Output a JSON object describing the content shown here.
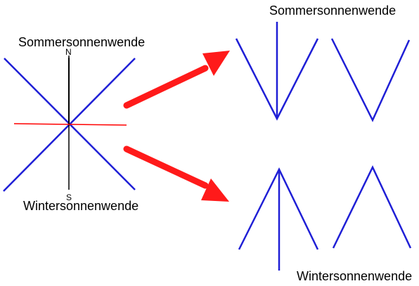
{
  "labels": {
    "left_top": "Sommersonnenwende",
    "left_bottom": "Wintersonnenwende",
    "north": "N",
    "south": "S",
    "right_top": "Sommersonnenwende",
    "right_bottom": "Wintersonnenwende"
  },
  "colors": {
    "blue": "#1f1fd6",
    "red": "#ff0000",
    "black": "#000000",
    "arrow_red": "#ff1a1a"
  }
}
